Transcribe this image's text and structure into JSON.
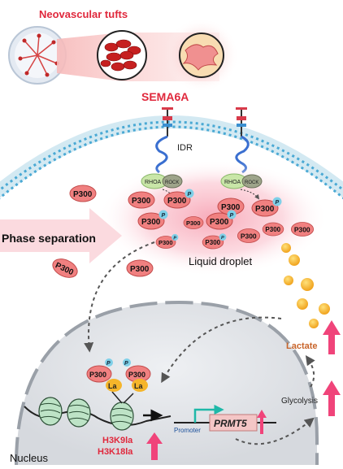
{
  "title": "Neovascular tufts",
  "receptor_label": "SEMA6A",
  "idr_label": "IDR",
  "rhoa_label": "RHOA",
  "rock_label": "ROCK",
  "p300_label": "P300",
  "phospho_label": "P",
  "phase_separation_label": "Phase separation",
  "liquid_droplet_label": "Liquid droplet",
  "lactate_label": "Lactate",
  "glycolysis_label": "Glycolysis",
  "nucleus_label": "Nucleus",
  "la_label": "La",
  "promoter_label": "Promoter",
  "gene_label": "PRMT5",
  "histone_mark_1": "H3K9la",
  "histone_mark_2": "H3K18la",
  "colors": {
    "title": "#e0283c",
    "p300_fill": "#f08080",
    "phospho_fill": "#7fd0e8",
    "la_fill": "#f5b52a",
    "up_arrow": "#f0447a",
    "promoter_arrow": "#1fb8a8",
    "lactate_text": "#c8642a"
  }
}
